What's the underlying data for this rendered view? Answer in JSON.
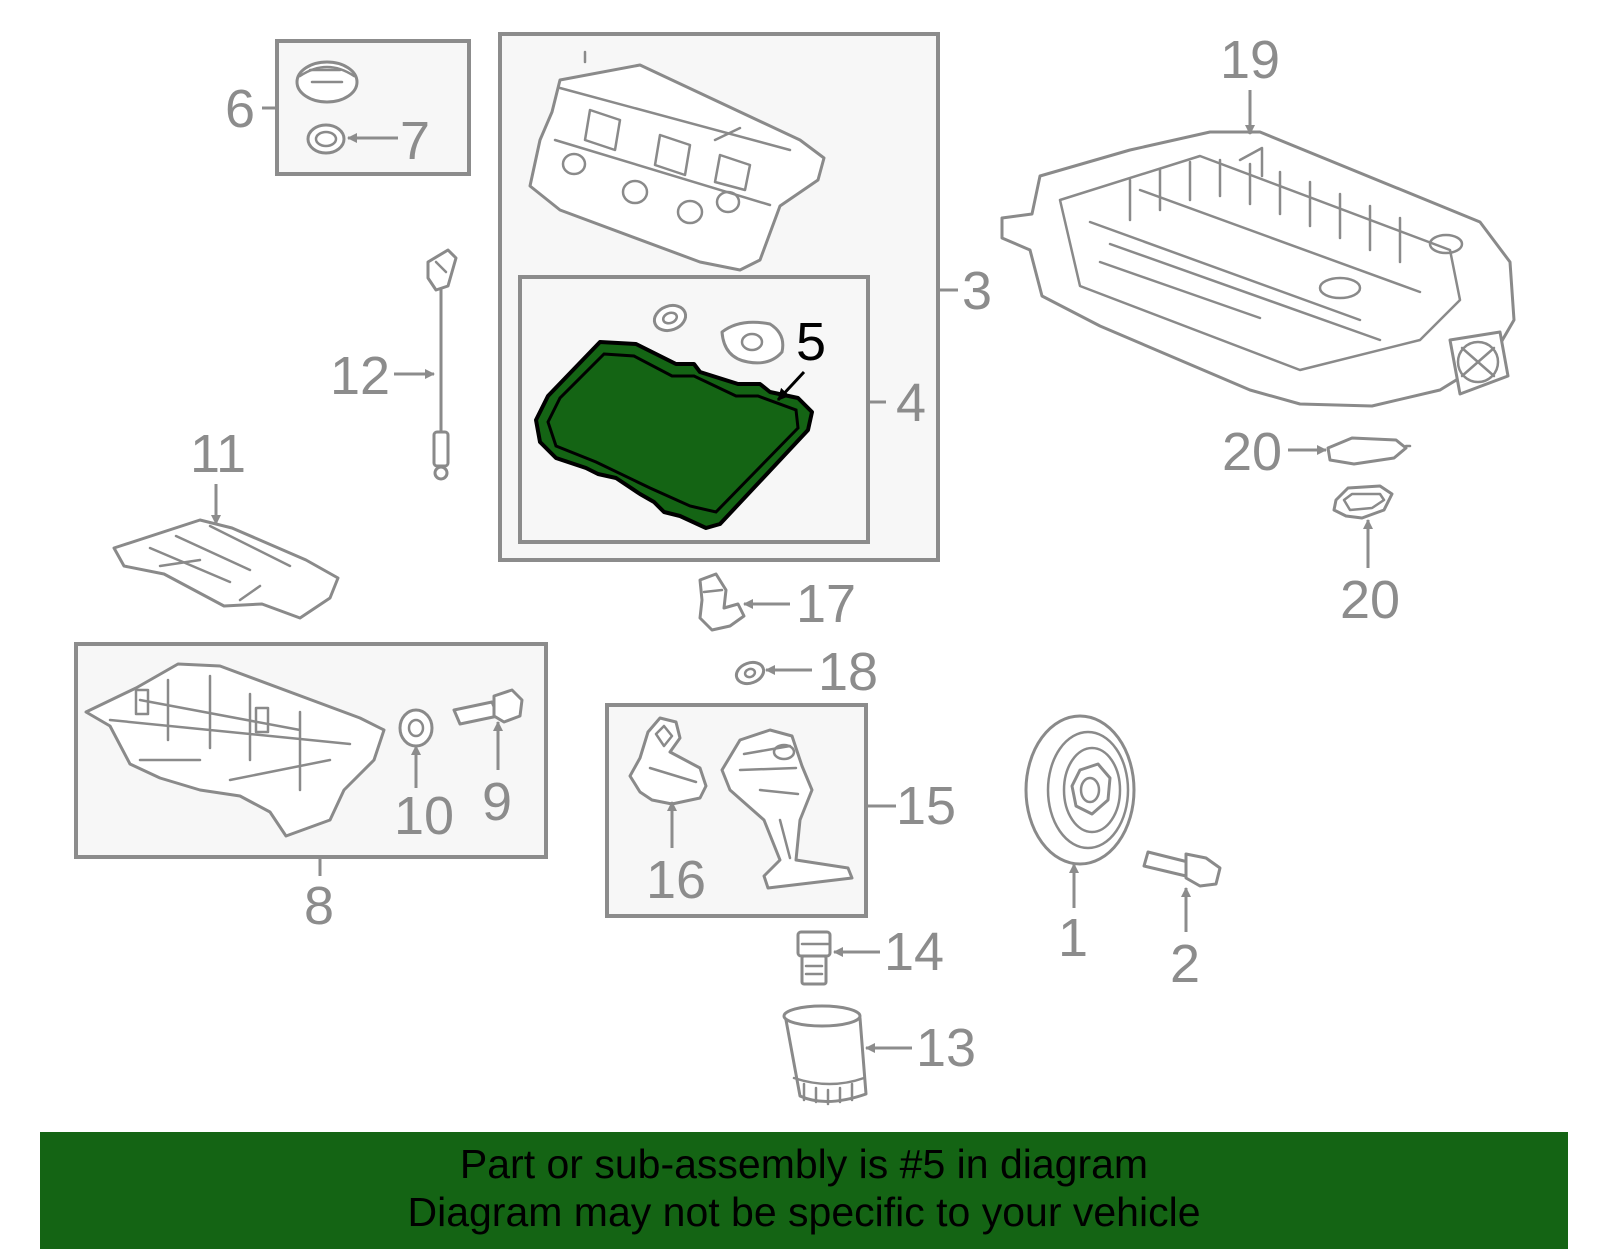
{
  "callouts": {
    "c1": "1",
    "c2": "2",
    "c3": "3",
    "c4": "4",
    "c5": "5",
    "c6": "6",
    "c7": "7",
    "c8": "8",
    "c9": "9",
    "c10": "10",
    "c11": "11",
    "c12": "12",
    "c13": "13",
    "c14": "14",
    "c15": "15",
    "c16": "16",
    "c17": "17",
    "c18": "18",
    "c19": "19",
    "c20a": "20",
    "c20b": "20"
  },
  "highlighted_part": "5",
  "colors": {
    "highlight": "#146414",
    "lines": "#8c8c8c",
    "box_fill": "#f7f7f7"
  },
  "banner": {
    "line1": "Part or sub-assembly is #5 in diagram",
    "line2": "Diagram may not be specific to your vehicle"
  }
}
